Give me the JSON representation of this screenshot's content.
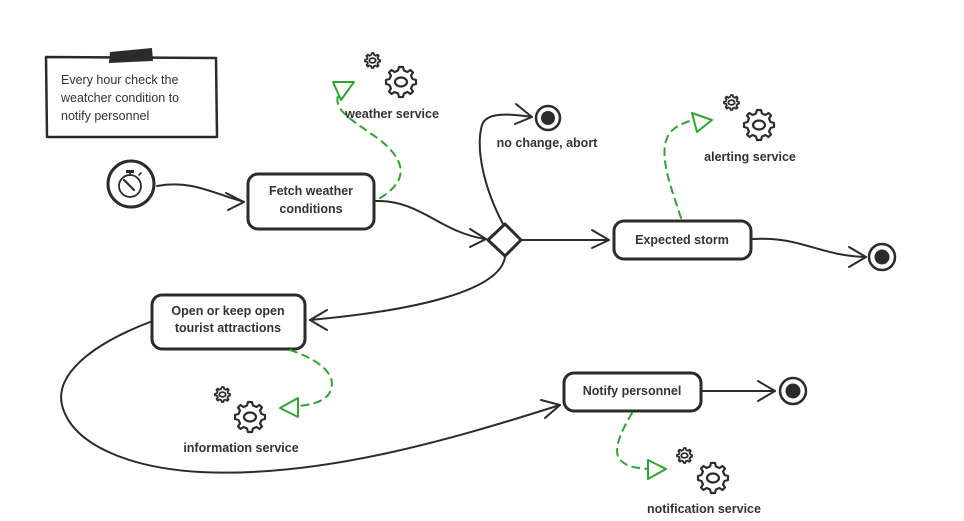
{
  "diagram": {
    "type": "activity-diagram",
    "note": {
      "lines": [
        "Every hour check the",
        "weatcher condition to",
        "notify personnel"
      ]
    },
    "start": {
      "icon": "stopwatch-icon",
      "kind": "timer-start"
    },
    "activities": {
      "fetch": {
        "lines": [
          "Fetch weather",
          "conditions"
        ]
      },
      "storm": {
        "lines": [
          "Expected storm"
        ]
      },
      "open": {
        "lines": [
          "Open or keep open",
          "tourist attractions"
        ]
      },
      "notify": {
        "lines": [
          "Notify personnel"
        ]
      }
    },
    "decision": {
      "kind": "decision-diamond"
    },
    "end_nodes": {
      "abort": {
        "label": "no change, abort"
      },
      "storm_end": {
        "label": ""
      },
      "notify_end": {
        "label": ""
      }
    },
    "services": {
      "weather": {
        "label": "weather service",
        "icon": "gears-icon"
      },
      "alerting": {
        "label": "alerting service",
        "icon": "gears-icon"
      },
      "information": {
        "label": "information service",
        "icon": "gears-icon"
      },
      "notification": {
        "label": "notification service",
        "icon": "gears-icon"
      }
    },
    "flows": [
      {
        "from": "start",
        "to": "fetch"
      },
      {
        "from": "fetch",
        "to": "decision"
      },
      {
        "from": "decision",
        "to": "abort"
      },
      {
        "from": "decision",
        "to": "storm"
      },
      {
        "from": "decision",
        "to": "open"
      },
      {
        "from": "storm",
        "to": "storm_end"
      },
      {
        "from": "open",
        "to": "notify"
      },
      {
        "from": "notify",
        "to": "notify_end"
      }
    ],
    "service_links": [
      {
        "from": "fetch",
        "to": "weather"
      },
      {
        "from": "storm",
        "to": "alerting"
      },
      {
        "from": "open",
        "to": "information"
      },
      {
        "from": "notify",
        "to": "notification"
      }
    ],
    "colors": {
      "stroke": "#2b2b2b",
      "service_link": "#2ea52e",
      "text": "#333333",
      "background": "#ffffff"
    }
  }
}
